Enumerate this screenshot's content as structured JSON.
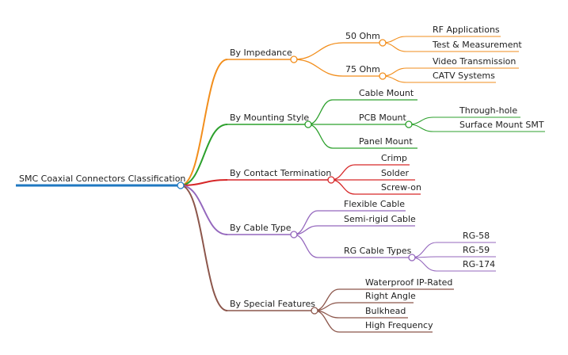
{
  "root": {
    "label": "SMC Coaxial Connectors Classification",
    "color": "#1f78c1"
  },
  "branches": [
    {
      "label": "By Impedance",
      "color": "#f28e1c",
      "children": [
        {
          "label": "50 Ohm",
          "children": [
            {
              "label": "RF Applications"
            },
            {
              "label": "Test & Measurement"
            }
          ]
        },
        {
          "label": "75 Ohm",
          "children": [
            {
              "label": "Video Transmission"
            },
            {
              "label": "CATV Systems"
            }
          ]
        }
      ]
    },
    {
      "label": "By Mounting Style",
      "color": "#2ca02c",
      "children": [
        {
          "label": "Cable Mount"
        },
        {
          "label": "PCB Mount",
          "children": [
            {
              "label": "Through-hole"
            },
            {
              "label": "Surface Mount SMT"
            }
          ]
        },
        {
          "label": "Panel Mount"
        }
      ]
    },
    {
      "label": "By Contact Termination",
      "color": "#d62728",
      "children": [
        {
          "label": "Crimp"
        },
        {
          "label": "Solder"
        },
        {
          "label": "Screw-on"
        }
      ]
    },
    {
      "label": "By Cable Type",
      "color": "#9467bd",
      "children": [
        {
          "label": "Flexible Cable"
        },
        {
          "label": "Semi-rigid Cable"
        },
        {
          "label": "RG Cable Types",
          "children": [
            {
              "label": "RG-58"
            },
            {
              "label": "RG-59"
            },
            {
              "label": "RG-174"
            }
          ]
        }
      ]
    },
    {
      "label": "By Special Features",
      "color": "#8c564b",
      "children": [
        {
          "label": "Waterproof IP-Rated"
        },
        {
          "label": "Right Angle"
        },
        {
          "label": "Bulkhead"
        },
        {
          "label": "High Frequency"
        }
      ]
    }
  ]
}
